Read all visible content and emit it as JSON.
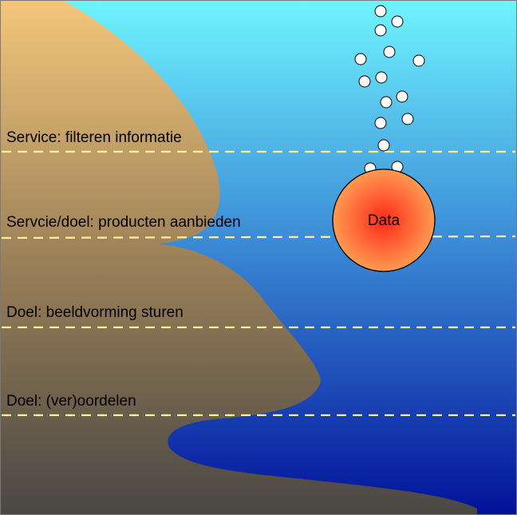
{
  "layers": [
    {
      "label": "Service: filteren informatie"
    },
    {
      "label": "Servcie/doel: producten aanbieden"
    },
    {
      "label": "Doel: beeldvorming sturen"
    },
    {
      "label": "Doel: (ver)oordelen"
    }
  ],
  "data_sphere": {
    "label": "Data"
  },
  "colors": {
    "sky_top": "#6ff4ff",
    "sky_mid": "#3d8fd8",
    "sky_bottom": "#02129a",
    "terrain_top": "#f4c67a",
    "terrain_bottom": "#4a4744",
    "sphere_core": "#ff2a1a",
    "sphere_edge": "#ff9a50",
    "dashed_line": "#fbf3a0",
    "border": "#7a7a7a"
  },
  "icons": {
    "bubble": "circle",
    "sphere": "radial-gradient-circle"
  }
}
